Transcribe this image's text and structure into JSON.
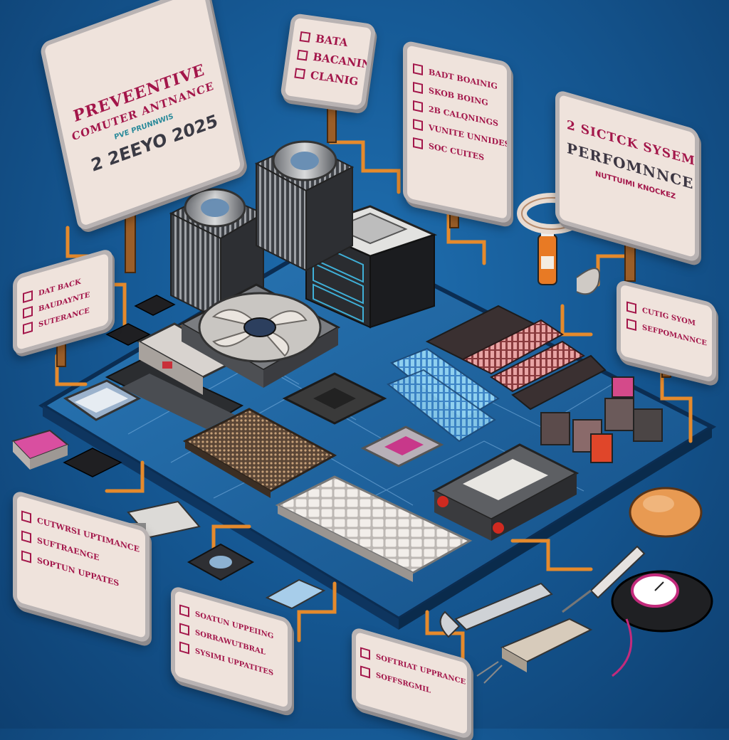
{
  "signs": {
    "main": {
      "title_line1": "PREVEENTIVE",
      "title_line2": "COMUTER ANTNANCE",
      "subtitle": "2 2EEYO 2025",
      "small_line": "PVE PRUNNWIS"
    },
    "top_center": {
      "items": [
        "BATA",
        "BACANING",
        "CLANIG"
      ]
    },
    "top_right_list": {
      "items": [
        "BADT BOAINIG",
        "SKOB BOING",
        "2B CALQNINGS",
        "VUNITE UNNIDES",
        "SOC CUITES"
      ]
    },
    "performance": {
      "title_line1": "2 SICTCK SYSEM",
      "title_line2": "PERFOMNNCE",
      "subtitle": "NUTTUIMI KNOCKEZ"
    },
    "left_backup": {
      "items": [
        "DAT BACK",
        "BAUDAYNTE",
        "SUTERANCE"
      ]
    },
    "right_mid": {
      "items": [
        "CUTIG SYOM",
        "SEFPOMANNCE"
      ]
    },
    "bottom_left": {
      "items": [
        "CUTWRSI UPTIMANCE",
        "SUFTRAENGE",
        "SOPTUN UPPATES"
      ]
    },
    "bottom_center": {
      "items": [
        "SOATUN UPPEIING",
        "SORRAWUTBRAL",
        "SYSIMI UPPATITES"
      ]
    },
    "bottom_right": {
      "items": [
        "SOFTRIAT UPPRANCE",
        "SOFFSRGMIL"
      ]
    }
  },
  "components": {
    "cpu_cooler_left": "cpu-cooler-icon",
    "cpu_cooler_right": "cpu-cooler-icon",
    "server_chassis": "server-chassis-icon",
    "case_fan": "fan-icon",
    "heatsink": "heatsink-icon",
    "keyboard": "keyboard-icon",
    "ram_modules": "ram-icon",
    "hard_drive": "hard-drive-icon",
    "mouse_small": "mouse-icon",
    "mouse_gauge": "mouse-gauge-icon",
    "wrench": "wrench-icon",
    "screwdriver": "screwdriver-icon",
    "pliers": "pliers-icon",
    "thermal_paste": "thermal-paste-icon",
    "tape_roll": "tape-roll-icon",
    "usb_stick": "usb-stick-icon",
    "chip": "chip-icon",
    "eraser": "eraser-icon",
    "ssd": "ssd-icon"
  },
  "colors": {
    "background": "#165a96",
    "board": "#1b5f9e",
    "sign": "#efe3dc",
    "sign_text": "#a3164a",
    "cable": "#e58a2c",
    "post": "#9b5e28"
  }
}
